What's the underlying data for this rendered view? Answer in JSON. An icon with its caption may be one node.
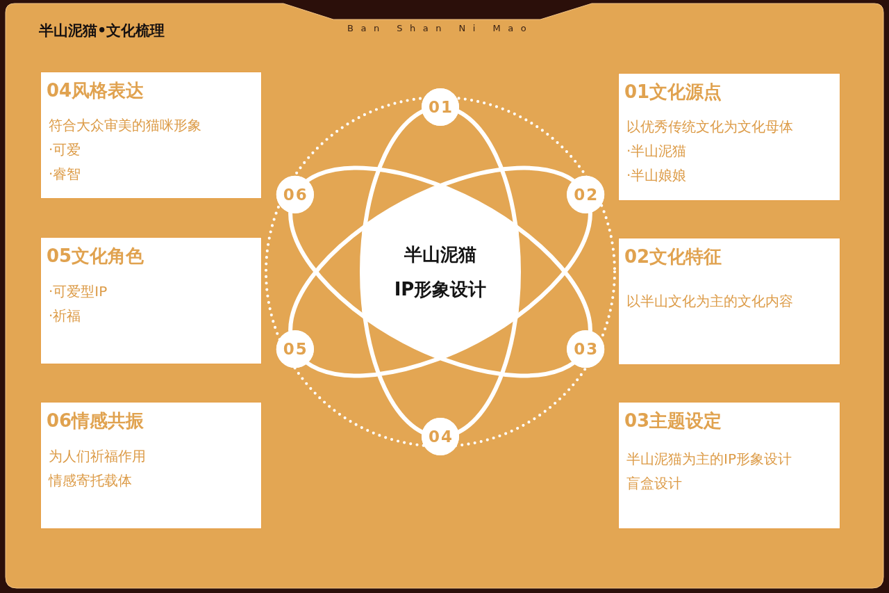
{
  "diagram": {
    "title": "半山泥猫•文化梳理",
    "nodes": [
      {
        "text": [
          "04风格表达",
          "符合大众审美的猫咪形象",
          "·可爱",
          "·睿智"
        ]
      },
      {
        "text": [
          "05文化角色",
          "·可爱型IP",
          "·祈福"
        ]
      },
      {
        "text": [
          "06情感共振",
          "为人们祈福作用",
          "情感寄托载体"
        ]
      },
      {
        "text": [
          "半山泥猫",
          "IP形象设计"
        ]
      },
      {
        "text": [
          "01"
        ]
      },
      {
        "text": [
          "02"
        ]
      },
      {
        "text": [
          "03"
        ]
      },
      {
        "text": [
          "04"
        ]
      },
      {
        "text": [
          "05"
        ]
      },
      {
        "text": [
          "06"
        ]
      },
      {
        "text": [
          "01文化源点",
          "以优秀传统文化为文化母体",
          "·半山泥猫",
          "·半山娘娘"
        ]
      },
      {
        "text": [
          "02文化特征",
          "以半山文化为主的文化内容"
        ]
      },
      {
        "text": [
          "03主题设定",
          "半山泥猫为主的IP形象设计",
          "盲盒设计"
        ]
      }
    ],
    "labels": [
      "Ban Shan Ni Mao"
    ]
  }
}
